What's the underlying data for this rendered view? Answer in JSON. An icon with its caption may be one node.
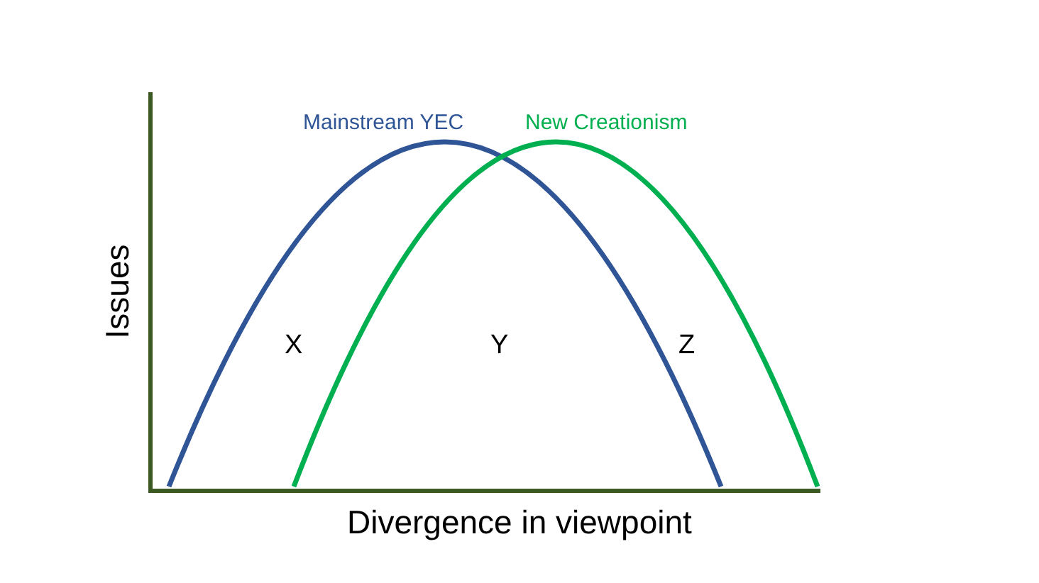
{
  "diagram": {
    "labels": [
      "Mainstream YEC",
      "New Creationism",
      "X",
      "Y",
      "Z",
      "Issues",
      "Divergence in viewpoint"
    ]
  }
}
